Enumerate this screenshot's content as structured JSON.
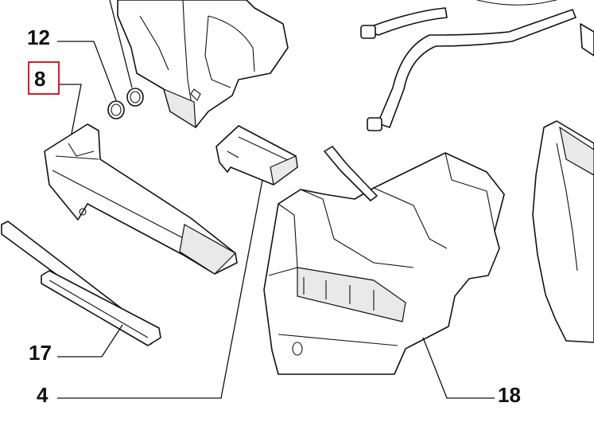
{
  "callouts": [
    {
      "id": "12",
      "label": "12"
    },
    {
      "id": "8",
      "label": "8",
      "highlighted": true
    },
    {
      "id": "17",
      "label": "17"
    },
    {
      "id": "4",
      "label": "4"
    },
    {
      "id": "18",
      "label": "18"
    }
  ],
  "colors": {
    "line": "#111111",
    "highlight": "#d0202a",
    "fill": "#ffffff",
    "shade": "#e9e9e9"
  }
}
